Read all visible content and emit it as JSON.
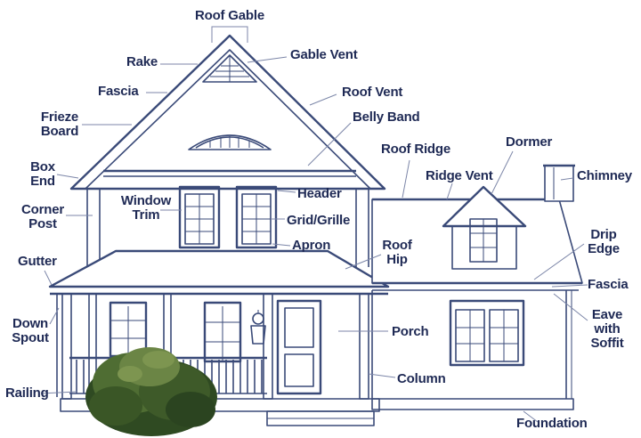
{
  "labels": {
    "roof_gable": "Roof Gable",
    "rake": "Rake",
    "gable_vent": "Gable Vent",
    "fascia_left": "Fascia",
    "roof_vent": "Roof Vent",
    "frieze_board_1": "Frieze",
    "frieze_board_2": "Board",
    "belly_band": "Belly Band",
    "dormer": "Dormer",
    "roof_ridge": "Roof Ridge",
    "box_end_1": "Box",
    "box_end_2": "End",
    "ridge_vent": "Ridge Vent",
    "chimney": "Chimney",
    "window_trim_1": "Window",
    "window_trim_2": "Trim",
    "header": "Header",
    "corner_post_1": "Corner",
    "corner_post_2": "Post",
    "grid_grille": "Grid/Grille",
    "drip_edge_1": "Drip",
    "drip_edge_2": "Edge",
    "apron": "Apron",
    "roof_hip_1": "Roof",
    "roof_hip_2": "Hip",
    "gutter": "Gutter",
    "fascia_right": "Fascia",
    "down_spout_1": "Down",
    "down_spout_2": "Spout",
    "eave_1": "Eave",
    "eave_2": "with",
    "eave_3": "Soffit",
    "porch": "Porch",
    "column": "Column",
    "railing": "Railing",
    "foundation": "Foundation"
  },
  "colors": {
    "line": "#3a4a78",
    "label": "#1f2a55",
    "leader": "#7c86a8",
    "bush_dark": "#2f4a22",
    "bush_mid": "#4f6d33",
    "bush_light": "#7d9550"
  }
}
